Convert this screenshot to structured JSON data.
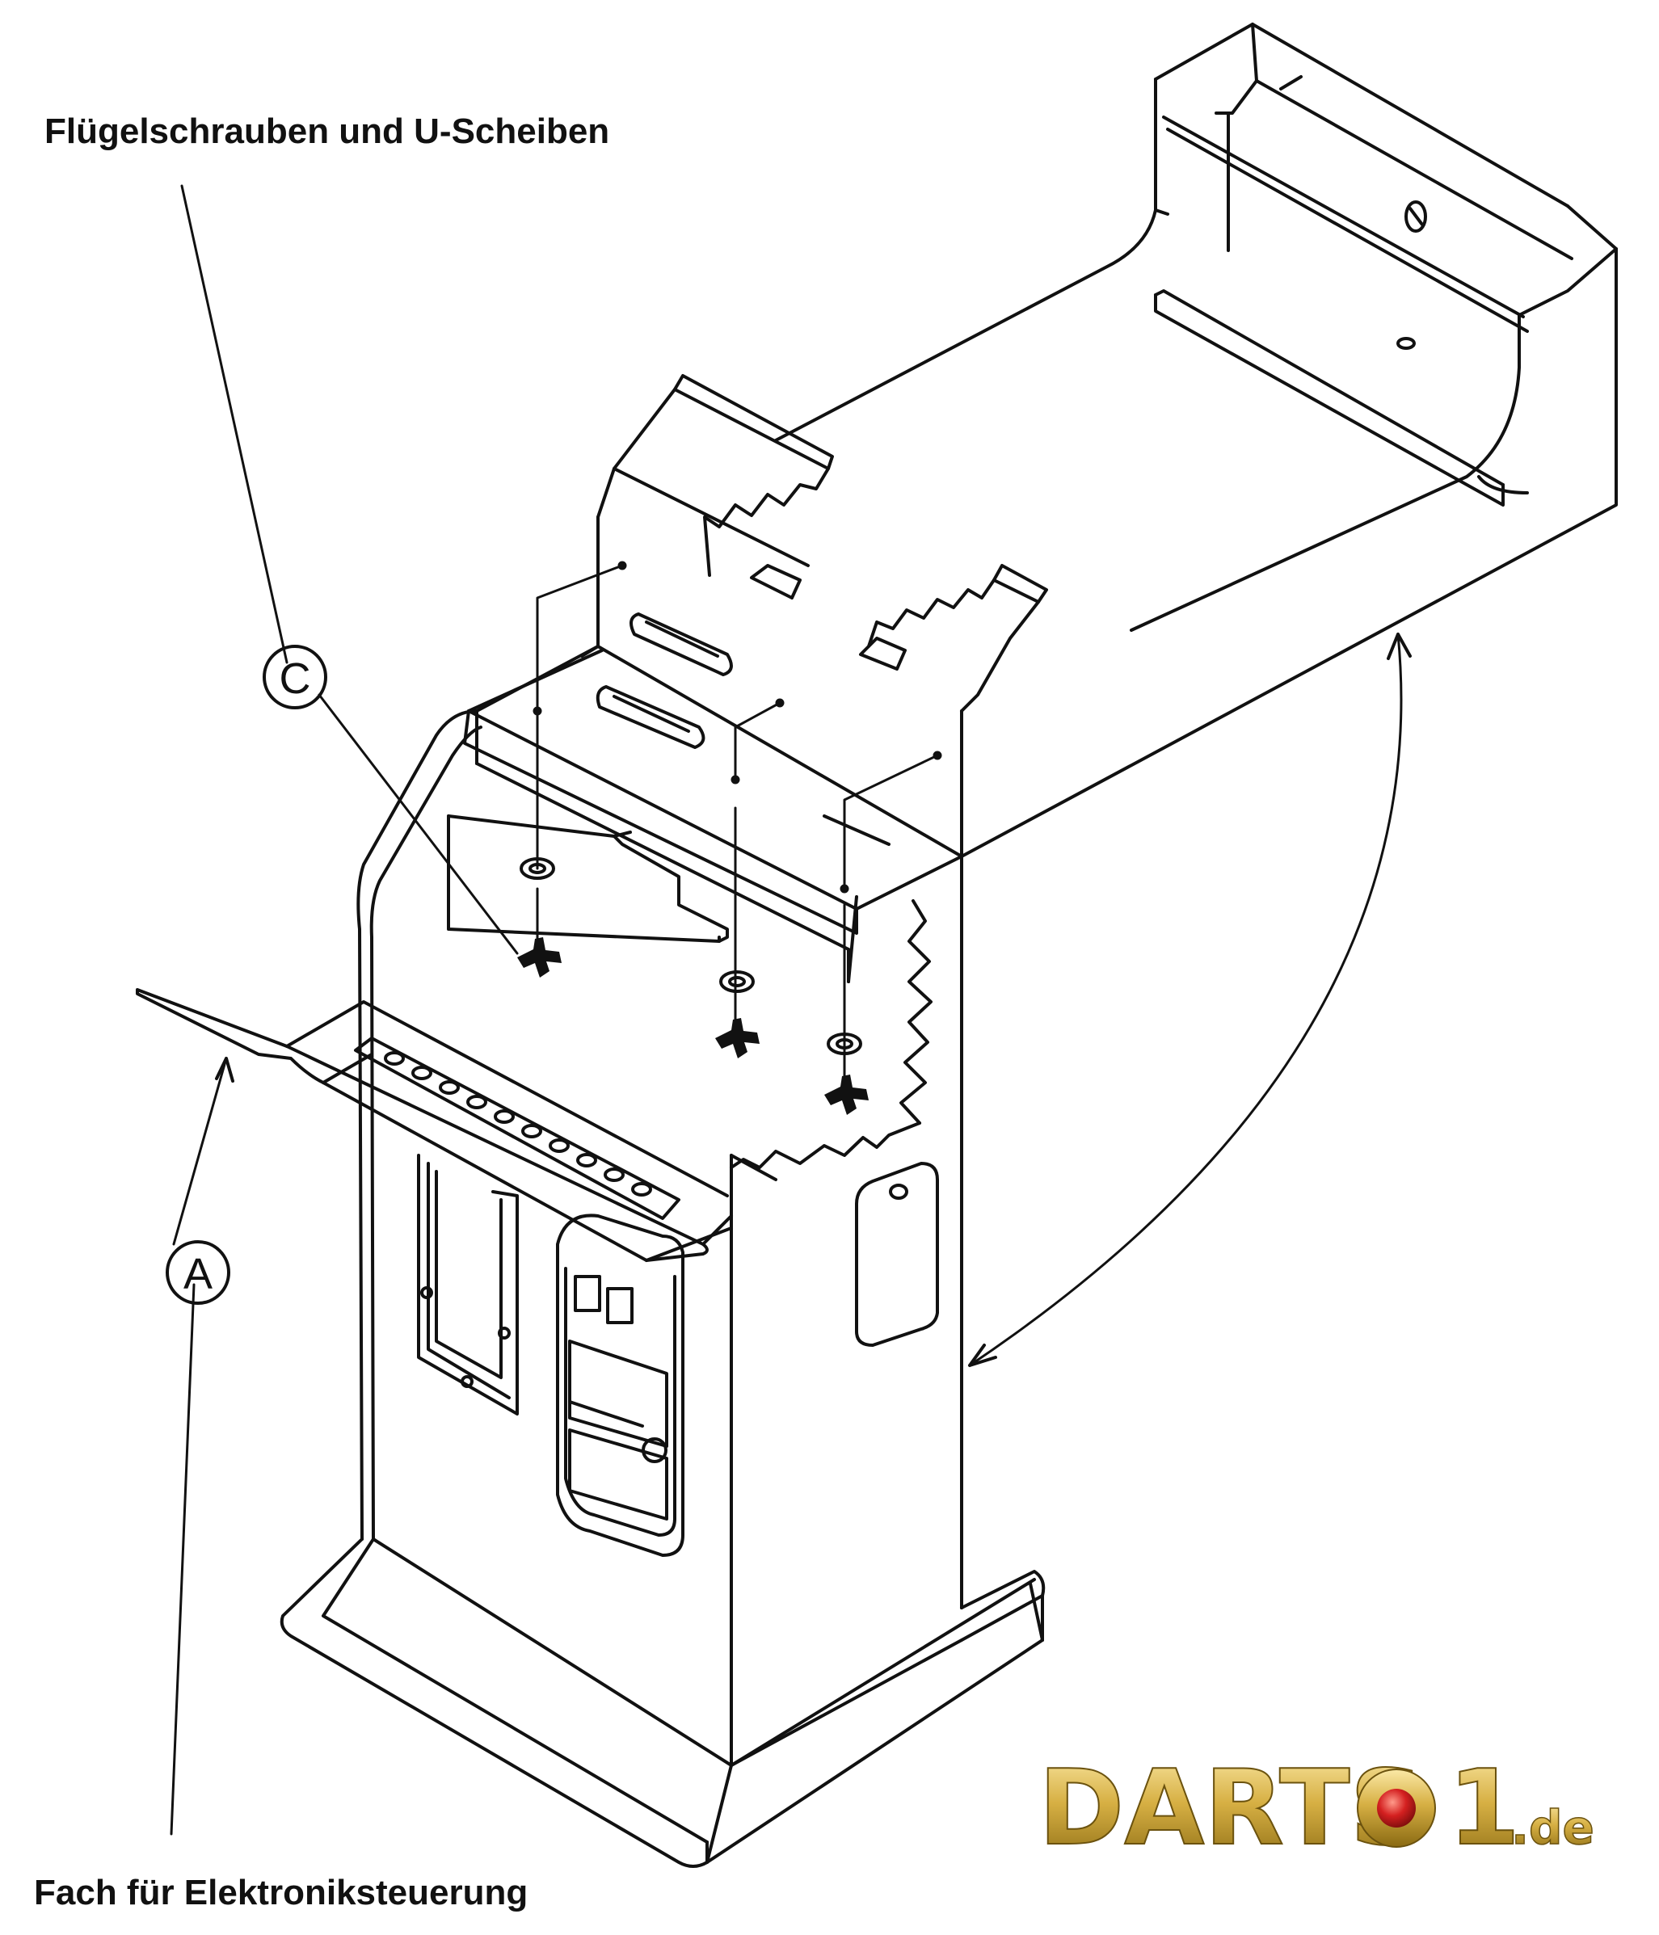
{
  "labels": {
    "wing_screws": "Flügelschrauben und U-Scheiben",
    "electronics_compartment": "Fach für Elektroniksteuerung"
  },
  "callouts": {
    "c": "C",
    "a": "A"
  },
  "logo": {
    "main": "DARTS",
    "number": "01",
    "suffix": ".de"
  },
  "colors": {
    "line": "#111111",
    "logo_gold": "#c9a227",
    "logo_red": "#cc1f1f"
  }
}
